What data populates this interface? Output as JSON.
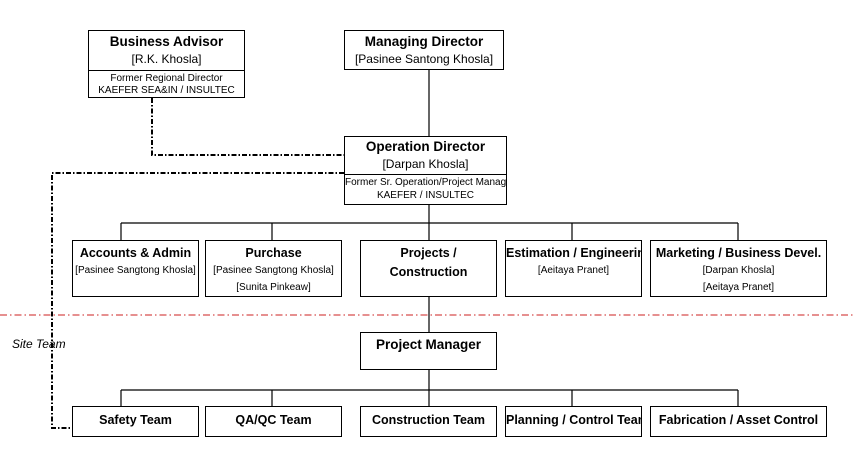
{
  "business_advisor": {
    "title": "Business Advisor",
    "name": "[R.K. Khosla]",
    "note1": "Former Regional Director",
    "note2": "KAEFER SEA&IN  / INSULTEC"
  },
  "managing_director": {
    "title": "Managing Director",
    "name": "[Pasinee Santong Khosla]"
  },
  "operation_director": {
    "title": "Operation Director",
    "name": "[Darpan Khosla]",
    "note1": "Former Sr. Operation/Project  Manager",
    "note2": "KAEFER / INSULTEC"
  },
  "departments": [
    {
      "title": "Accounts & Admin",
      "names": [
        "[Pasinee Sangtong Khosla]"
      ]
    },
    {
      "title": "Purchase",
      "names": [
        "[Pasinee Sangtong Khosla]",
        "[Sunita Pinkeaw]"
      ]
    },
    {
      "title": "Projects /",
      "title2": "Construction",
      "names": []
    },
    {
      "title": "Estimation / Engineering",
      "names": [
        "[Aeitaya Pranet]"
      ]
    },
    {
      "title": "Marketing / Business Devel.",
      "names": [
        "[Darpan Khosla]",
        "[Aeitaya Pranet]"
      ]
    }
  ],
  "site_team_label": "Site Team",
  "project_manager": {
    "title": "Project Manager"
  },
  "teams": [
    {
      "title": "Safety Team"
    },
    {
      "title": "QA/QC Team"
    },
    {
      "title": "Construction Team"
    },
    {
      "title": "Planning / Control Team"
    },
    {
      "title": "Fabrication / Asset Control"
    }
  ]
}
